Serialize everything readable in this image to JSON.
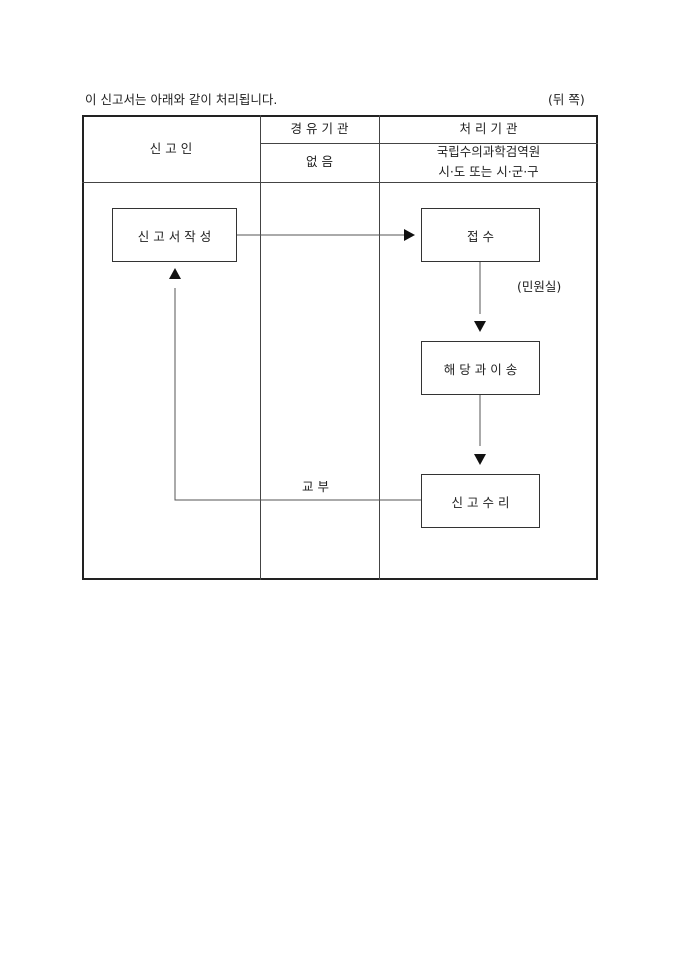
{
  "intro": "이 신고서는 아래와 같이 처리됩니다.",
  "page_side": "(뒤 쪽)",
  "table": {
    "col1_header": "신 고 인",
    "col2_header": "경 유 기 관",
    "col2_value": "없 음",
    "col3_header": "처 리 기 관",
    "col3_value_line1": "국립수의과학검역원",
    "col3_value_line2": "시·도 또는 시·군·구"
  },
  "flow": {
    "write": "신 고 서 작 성",
    "receive": "접 수",
    "receive_note": "(민원실)",
    "transfer": "해 당 과 이 송",
    "accept": "신 고 수 리",
    "deliver": "교 부"
  }
}
